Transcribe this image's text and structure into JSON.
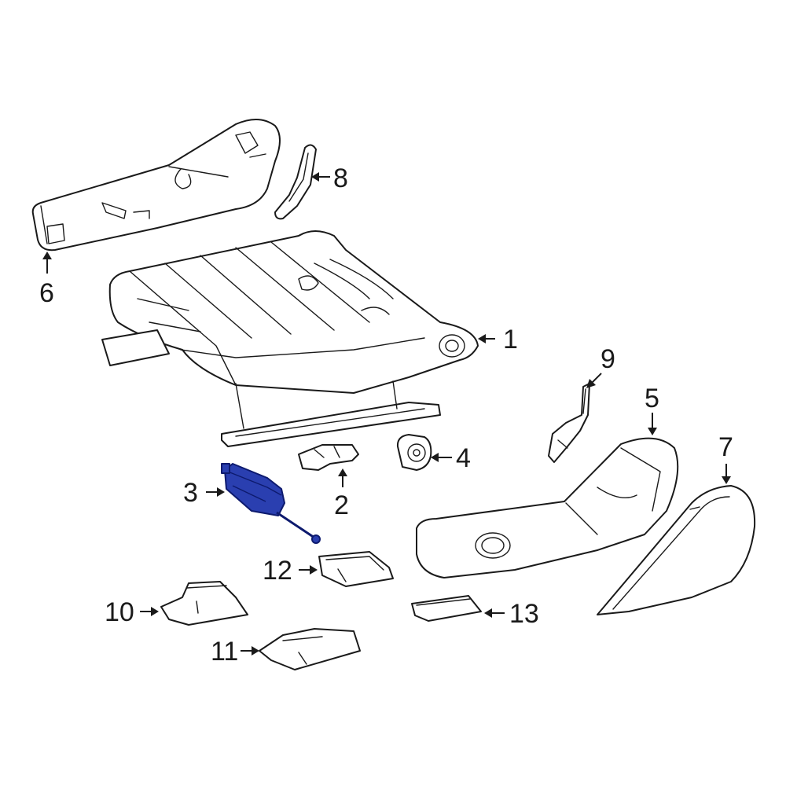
{
  "diagram": {
    "highlight_color": "#2a3fb0",
    "line_color": "#1a1a1a",
    "callouts": {
      "c1": "1",
      "c2": "2",
      "c3": "3",
      "c4": "4",
      "c5": "5",
      "c6": "6",
      "c7": "7",
      "c8": "8",
      "c9": "9",
      "c10": "10",
      "c11": "11",
      "c12": "12",
      "c13": "13"
    }
  }
}
